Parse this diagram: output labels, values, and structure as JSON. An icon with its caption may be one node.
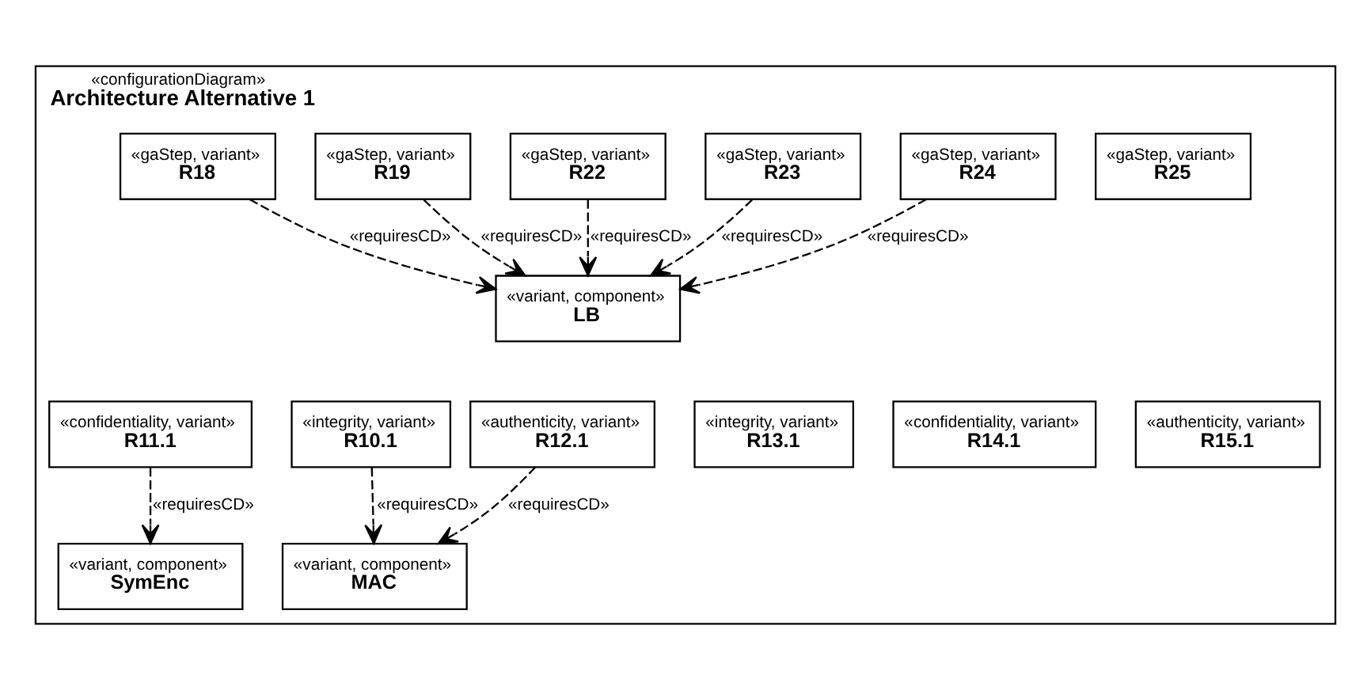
{
  "diagram": {
    "nodes": [
      {
        "text": [
          "«configurationDiagram»",
          "Architecture Alternative 1"
        ]
      },
      {
        "text": [
          "«gaStep, variant»",
          "R18"
        ],
        "in": 0
      },
      {
        "text": [
          "«gaStep, variant»",
          "R19"
        ],
        "in": 0
      },
      {
        "text": [
          "«gaStep, variant»",
          "R22"
        ],
        "in": 0
      },
      {
        "text": [
          "«gaStep, variant»",
          "R23"
        ],
        "in": 0
      },
      {
        "text": [
          "«gaStep, variant»",
          "R24"
        ],
        "in": 0
      },
      {
        "text": [
          "«gaStep, variant»",
          "R25"
        ],
        "in": 0
      },
      {
        "text": [
          "«variant, component»",
          "LB"
        ],
        "in": 0
      },
      {
        "text": [
          "«integrity, variant»",
          "R10.1"
        ],
        "in": 0
      },
      {
        "text": [
          "«confidentiality, variant»",
          "R11.1"
        ],
        "in": 0
      },
      {
        "text": [
          "«authenticity, variant»",
          "R12.1"
        ],
        "in": 0
      },
      {
        "text": [
          "«integrity, variant»",
          "R13.1"
        ],
        "in": 0
      },
      {
        "text": [
          "«confidentiality, variant»",
          "R14.1"
        ],
        "in": 0
      },
      {
        "text": [
          "«authenticity, variant»",
          "R15.1"
        ],
        "in": 0
      },
      {
        "text": [
          "«variant, component»",
          "SymEnc"
        ],
        "in": 0
      },
      {
        "text": [
          "«variant, component»",
          "MAC"
        ],
        "in": 0
      }
    ],
    "edges": [
      {
        "from": 1,
        "to": 7,
        "arrow": "to",
        "label": "«requiresCD»",
        "style": "dashed"
      },
      {
        "from": 2,
        "to": 7,
        "arrow": "to",
        "label": "«requiresCD»",
        "style": "dashed"
      },
      {
        "from": 3,
        "to": 7,
        "arrow": "to",
        "label": "«requiresCD»",
        "style": "dashed"
      },
      {
        "from": 4,
        "to": 7,
        "arrow": "to",
        "label": "«requiresCD»",
        "style": "dashed"
      },
      {
        "from": 5,
        "to": 7,
        "arrow": "to",
        "label": "«requiresCD»",
        "style": "dashed"
      },
      {
        "from": 8,
        "to": 15,
        "arrow": "to",
        "label": "«requiresCD»",
        "style": "dashed"
      },
      {
        "from": 9,
        "to": 14,
        "arrow": "to",
        "label": "«requiresCD»",
        "style": "dashed"
      },
      {
        "from": 10,
        "to": 15,
        "arrow": "to",
        "label": "«requiresCD»",
        "style": "dashed"
      }
    ]
  }
}
